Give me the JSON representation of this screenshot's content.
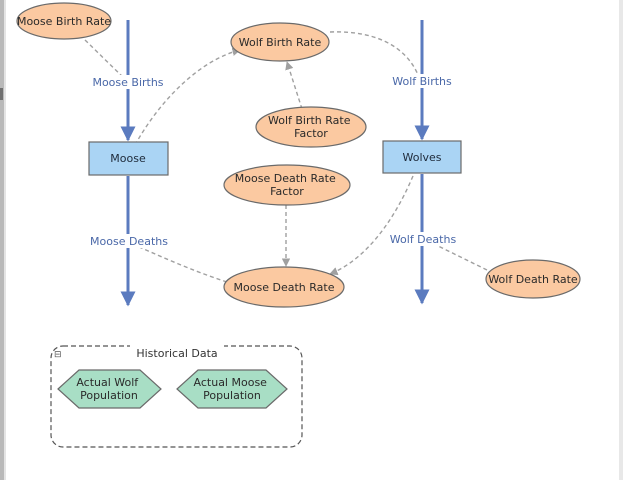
{
  "stocks": {
    "moose": "Moose",
    "wolves": "Wolves"
  },
  "flows": {
    "moose_births": "Moose Births",
    "moose_deaths": "Moose Deaths",
    "wolf_births": "Wolf Births",
    "wolf_deaths": "Wolf Deaths"
  },
  "variables": {
    "moose_birth_rate": "Moose Birth Rate",
    "wolf_birth_rate": "Wolf Birth Rate",
    "wolf_birth_rate_factor": [
      "Wolf Birth Rate",
      "Factor"
    ],
    "moose_death_rate_factor": [
      "Moose Death Rate",
      "Factor"
    ],
    "moose_death_rate": "Moose Death Rate",
    "wolf_death_rate": "Wolf Death Rate"
  },
  "historical_data": {
    "title": "Historical Data",
    "collapse_glyph": "⊟",
    "items": [
      [
        "Actual Wolf",
        "Population"
      ],
      [
        "Actual Moose",
        "Population"
      ]
    ]
  },
  "colors": {
    "flow_line": "#5b7bbf",
    "stock_fill": "#aad4f4",
    "variable_fill": "#fbc9a1",
    "converter_fill": "#a8dec5",
    "link_line": "#a0a0a0"
  }
}
